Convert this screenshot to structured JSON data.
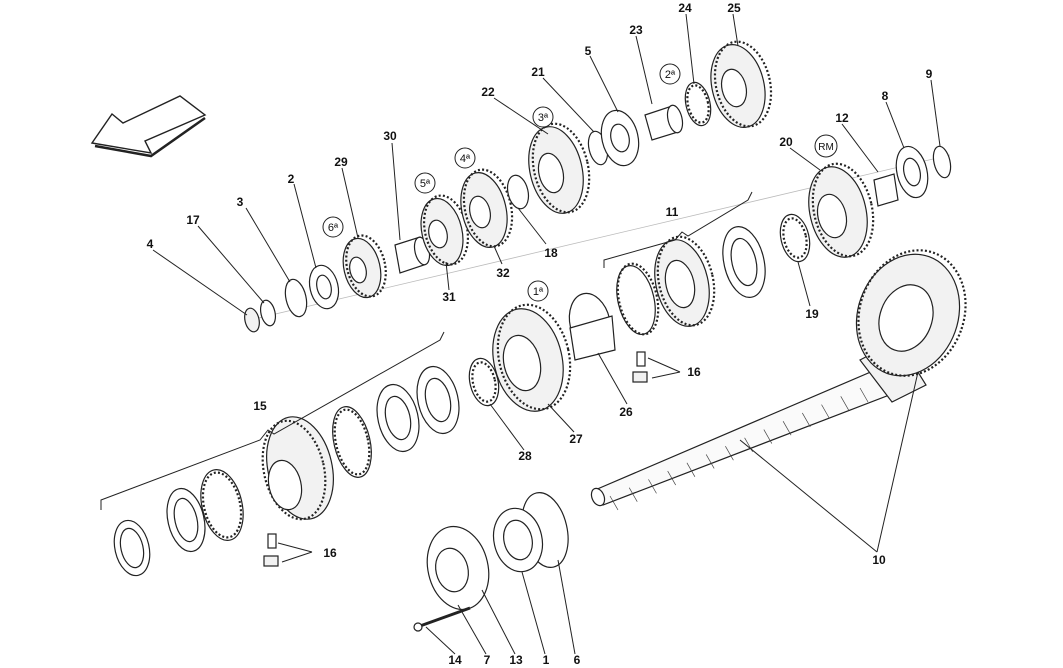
{
  "diagram": {
    "part_labels": [
      "1",
      "2",
      "3",
      "4",
      "5",
      "6",
      "7",
      "8",
      "9",
      "10",
      "11",
      "12",
      "13",
      "14",
      "15",
      "16",
      "16",
      "17",
      "18",
      "19",
      "20",
      "21",
      "22",
      "23",
      "24",
      "25",
      "26",
      "27",
      "28",
      "29",
      "30",
      "31",
      "32"
    ],
    "gear_labels": [
      "1ª",
      "2ª",
      "3ª",
      "4ª",
      "5ª",
      "6ª",
      "RM"
    ]
  }
}
